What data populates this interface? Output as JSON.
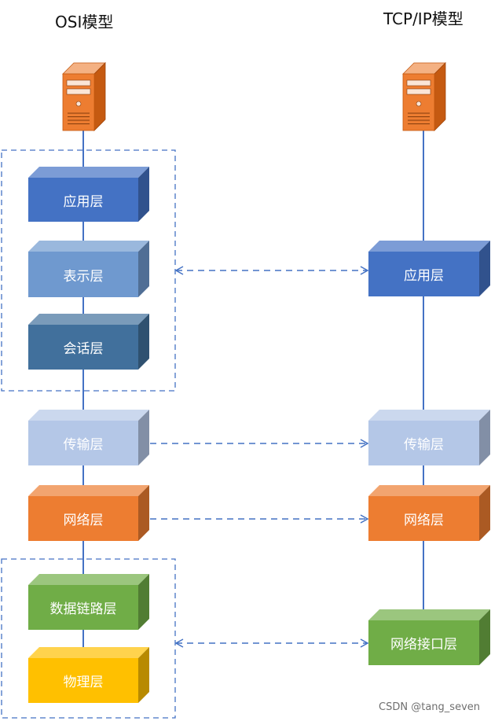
{
  "titles": {
    "osi": "OSI模型",
    "tcpip": "TCP/IP模型"
  },
  "osi_layers": [
    {
      "label": "应用层",
      "color": "#4472c4"
    },
    {
      "label": "表示层",
      "color": "#6f99cf"
    },
    {
      "label": "会话层",
      "color": "#41709c"
    },
    {
      "label": "传输层",
      "color": "#b4c7e7"
    },
    {
      "label": "网络层",
      "color": "#ed7d31"
    },
    {
      "label": "数据链路层",
      "color": "#70ad47"
    },
    {
      "label": "物理层",
      "color": "#ffc000"
    }
  ],
  "tcpip_layers": [
    {
      "label": "应用层",
      "color": "#4472c4"
    },
    {
      "label": "传输层",
      "color": "#b4c7e7"
    },
    {
      "label": "网络层",
      "color": "#ed7d31"
    },
    {
      "label": "网络接口层",
      "color": "#70ad47"
    }
  ],
  "icons": {
    "computer": "server-computer-icon"
  },
  "connector_color": "#4472c4",
  "watermark": "CSDN @tang_seven"
}
